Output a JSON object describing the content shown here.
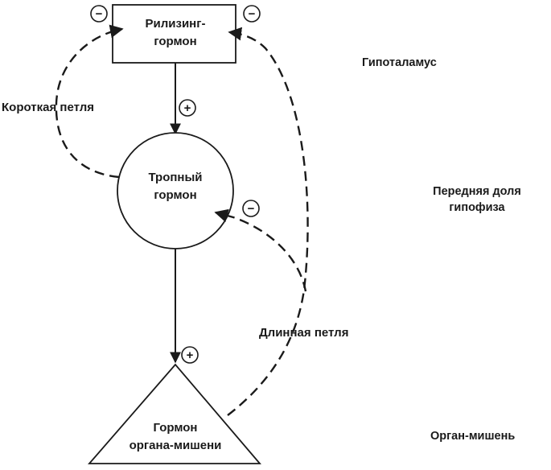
{
  "nodes": {
    "releasing": {
      "line1": "Рилизинг-",
      "line2": "гормон"
    },
    "tropic": {
      "line1": "Тропный",
      "line2": "гормон"
    },
    "target": {
      "line1": "Гормон",
      "line2": "органа-мишени"
    }
  },
  "levels": {
    "hypothalamus": "Гипоталамус",
    "pituitary_line1": "Передняя доля",
    "pituitary_line2": "гипофиза",
    "target_organ": "Орган-мишень"
  },
  "loops": {
    "short": "Короткая петля",
    "long": "Длинная петля"
  },
  "signs": {
    "minus": "−",
    "plus": "+"
  }
}
